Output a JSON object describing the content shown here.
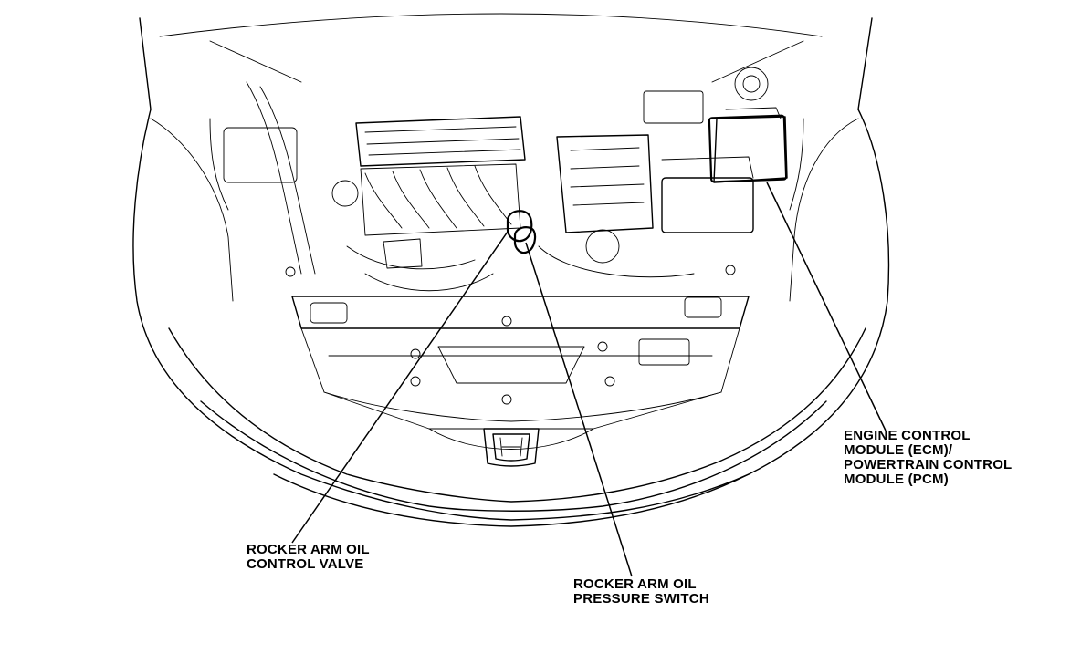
{
  "callouts": {
    "ecm": {
      "lines": [
        "ENGINE CONTROL",
        "MODULE (ECM)/",
        "POWERTRAIN CONTROL",
        "MODULE (PCM)"
      ]
    },
    "valve": {
      "lines": [
        "ROCKER ARM OIL",
        "CONTROL VALVE"
      ]
    },
    "switch": {
      "lines": [
        "ROCKER ARM OIL",
        "PRESSURE SWITCH"
      ]
    }
  },
  "icons": {
    "brand_emblem": "honda-h-emblem-icon"
  }
}
